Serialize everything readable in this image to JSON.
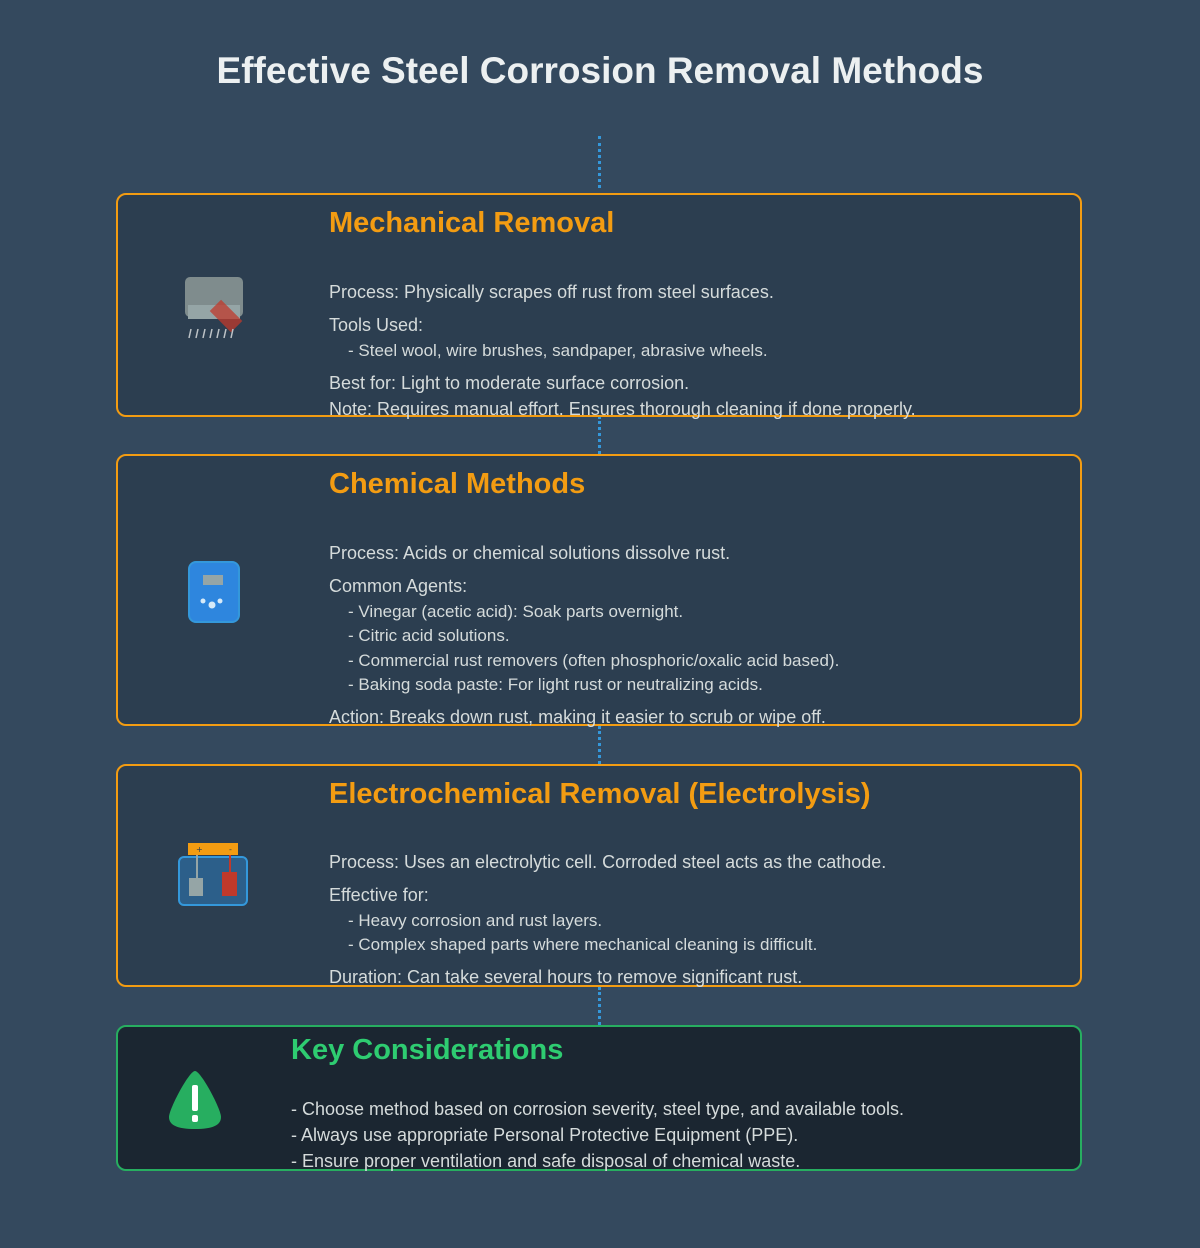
{
  "title": "Effective Steel Corrosion Removal Methods",
  "colors": {
    "background": "#34495e",
    "card_bg": "#2c3e50",
    "accent_orange": "#f39c12",
    "accent_green": "#27ae60",
    "connector_blue": "#3498db",
    "text": "#d5dbdb"
  },
  "sections": [
    {
      "icon": "wire-brush-icon",
      "title": "Mechanical Removal",
      "lines": [
        "Process: Physically scrapes off rust from steel surfaces.",
        "Tools Used:",
        "- Steel wool, wire brushes, sandpaper, abrasive wheels.",
        "Best for: Light to moderate surface corrosion.",
        "Note: Requires manual effort. Ensures thorough cleaning if done properly."
      ]
    },
    {
      "icon": "chemical-bottle-icon",
      "title": "Chemical Methods",
      "lines": [
        "Process: Acids or chemical solutions dissolve rust.",
        "Common Agents:",
        "- Vinegar (acetic acid): Soak parts overnight.",
        "- Citric acid solutions.",
        "- Commercial rust removers (often phosphoric/oxalic acid based).",
        "- Baking soda paste: For light rust or neutralizing acids.",
        "Action: Breaks down rust, making it easier to scrub or wipe off."
      ]
    },
    {
      "icon": "electrolysis-cell-icon",
      "title": "Electrochemical Removal (Electrolysis)",
      "lines": [
        "Process: Uses an electrolytic cell. Corroded steel acts as the cathode.",
        "Effective for:",
        "- Heavy corrosion and rust layers.",
        "- Complex shaped parts where mechanical cleaning is difficult.",
        "Duration: Can take several hours to remove significant rust."
      ]
    }
  ],
  "considerations": {
    "icon": "warning-icon",
    "title": "Key Considerations",
    "lines": [
      "- Choose method based on corrosion severity, steel type, and available tools.",
      "- Always use appropriate Personal Protective Equipment (PPE).",
      "- Ensure proper ventilation and safe disposal of chemical waste."
    ]
  }
}
